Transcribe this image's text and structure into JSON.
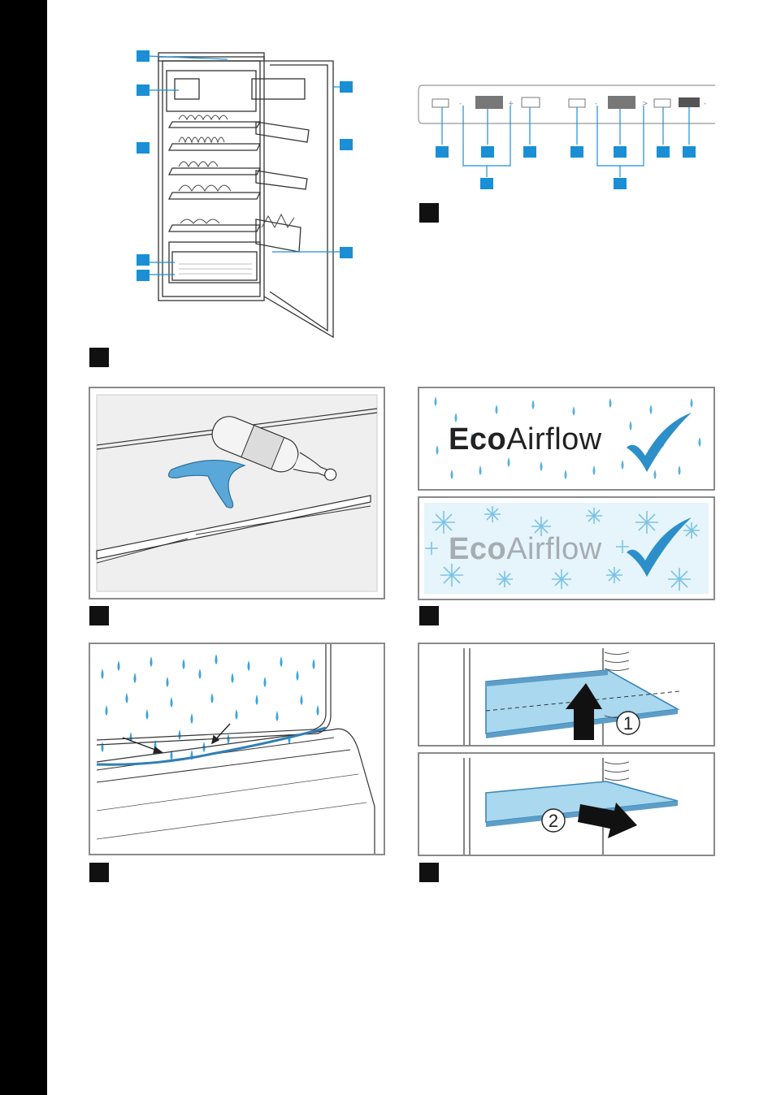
{
  "figures": {
    "fig3a": {
      "brand_bold": "Eco",
      "brand_regular": "Airflow"
    },
    "fig3b": {
      "brand_bold": "Eco",
      "brand_regular": "Airflow"
    },
    "fig5": {
      "step1": "1",
      "step2": "2"
    }
  },
  "colors": {
    "accent_blue": "#1a8fd6",
    "glass_blue": "#a9d8ef",
    "edge_blue": "#3b86b8",
    "marker": "#111111",
    "panel_border": "#8a8a8a"
  },
  "icons": [
    "checkmark-icon",
    "snowflake-icon",
    "water-drop-icon",
    "arrow-up-icon",
    "arrow-right-icon"
  ]
}
